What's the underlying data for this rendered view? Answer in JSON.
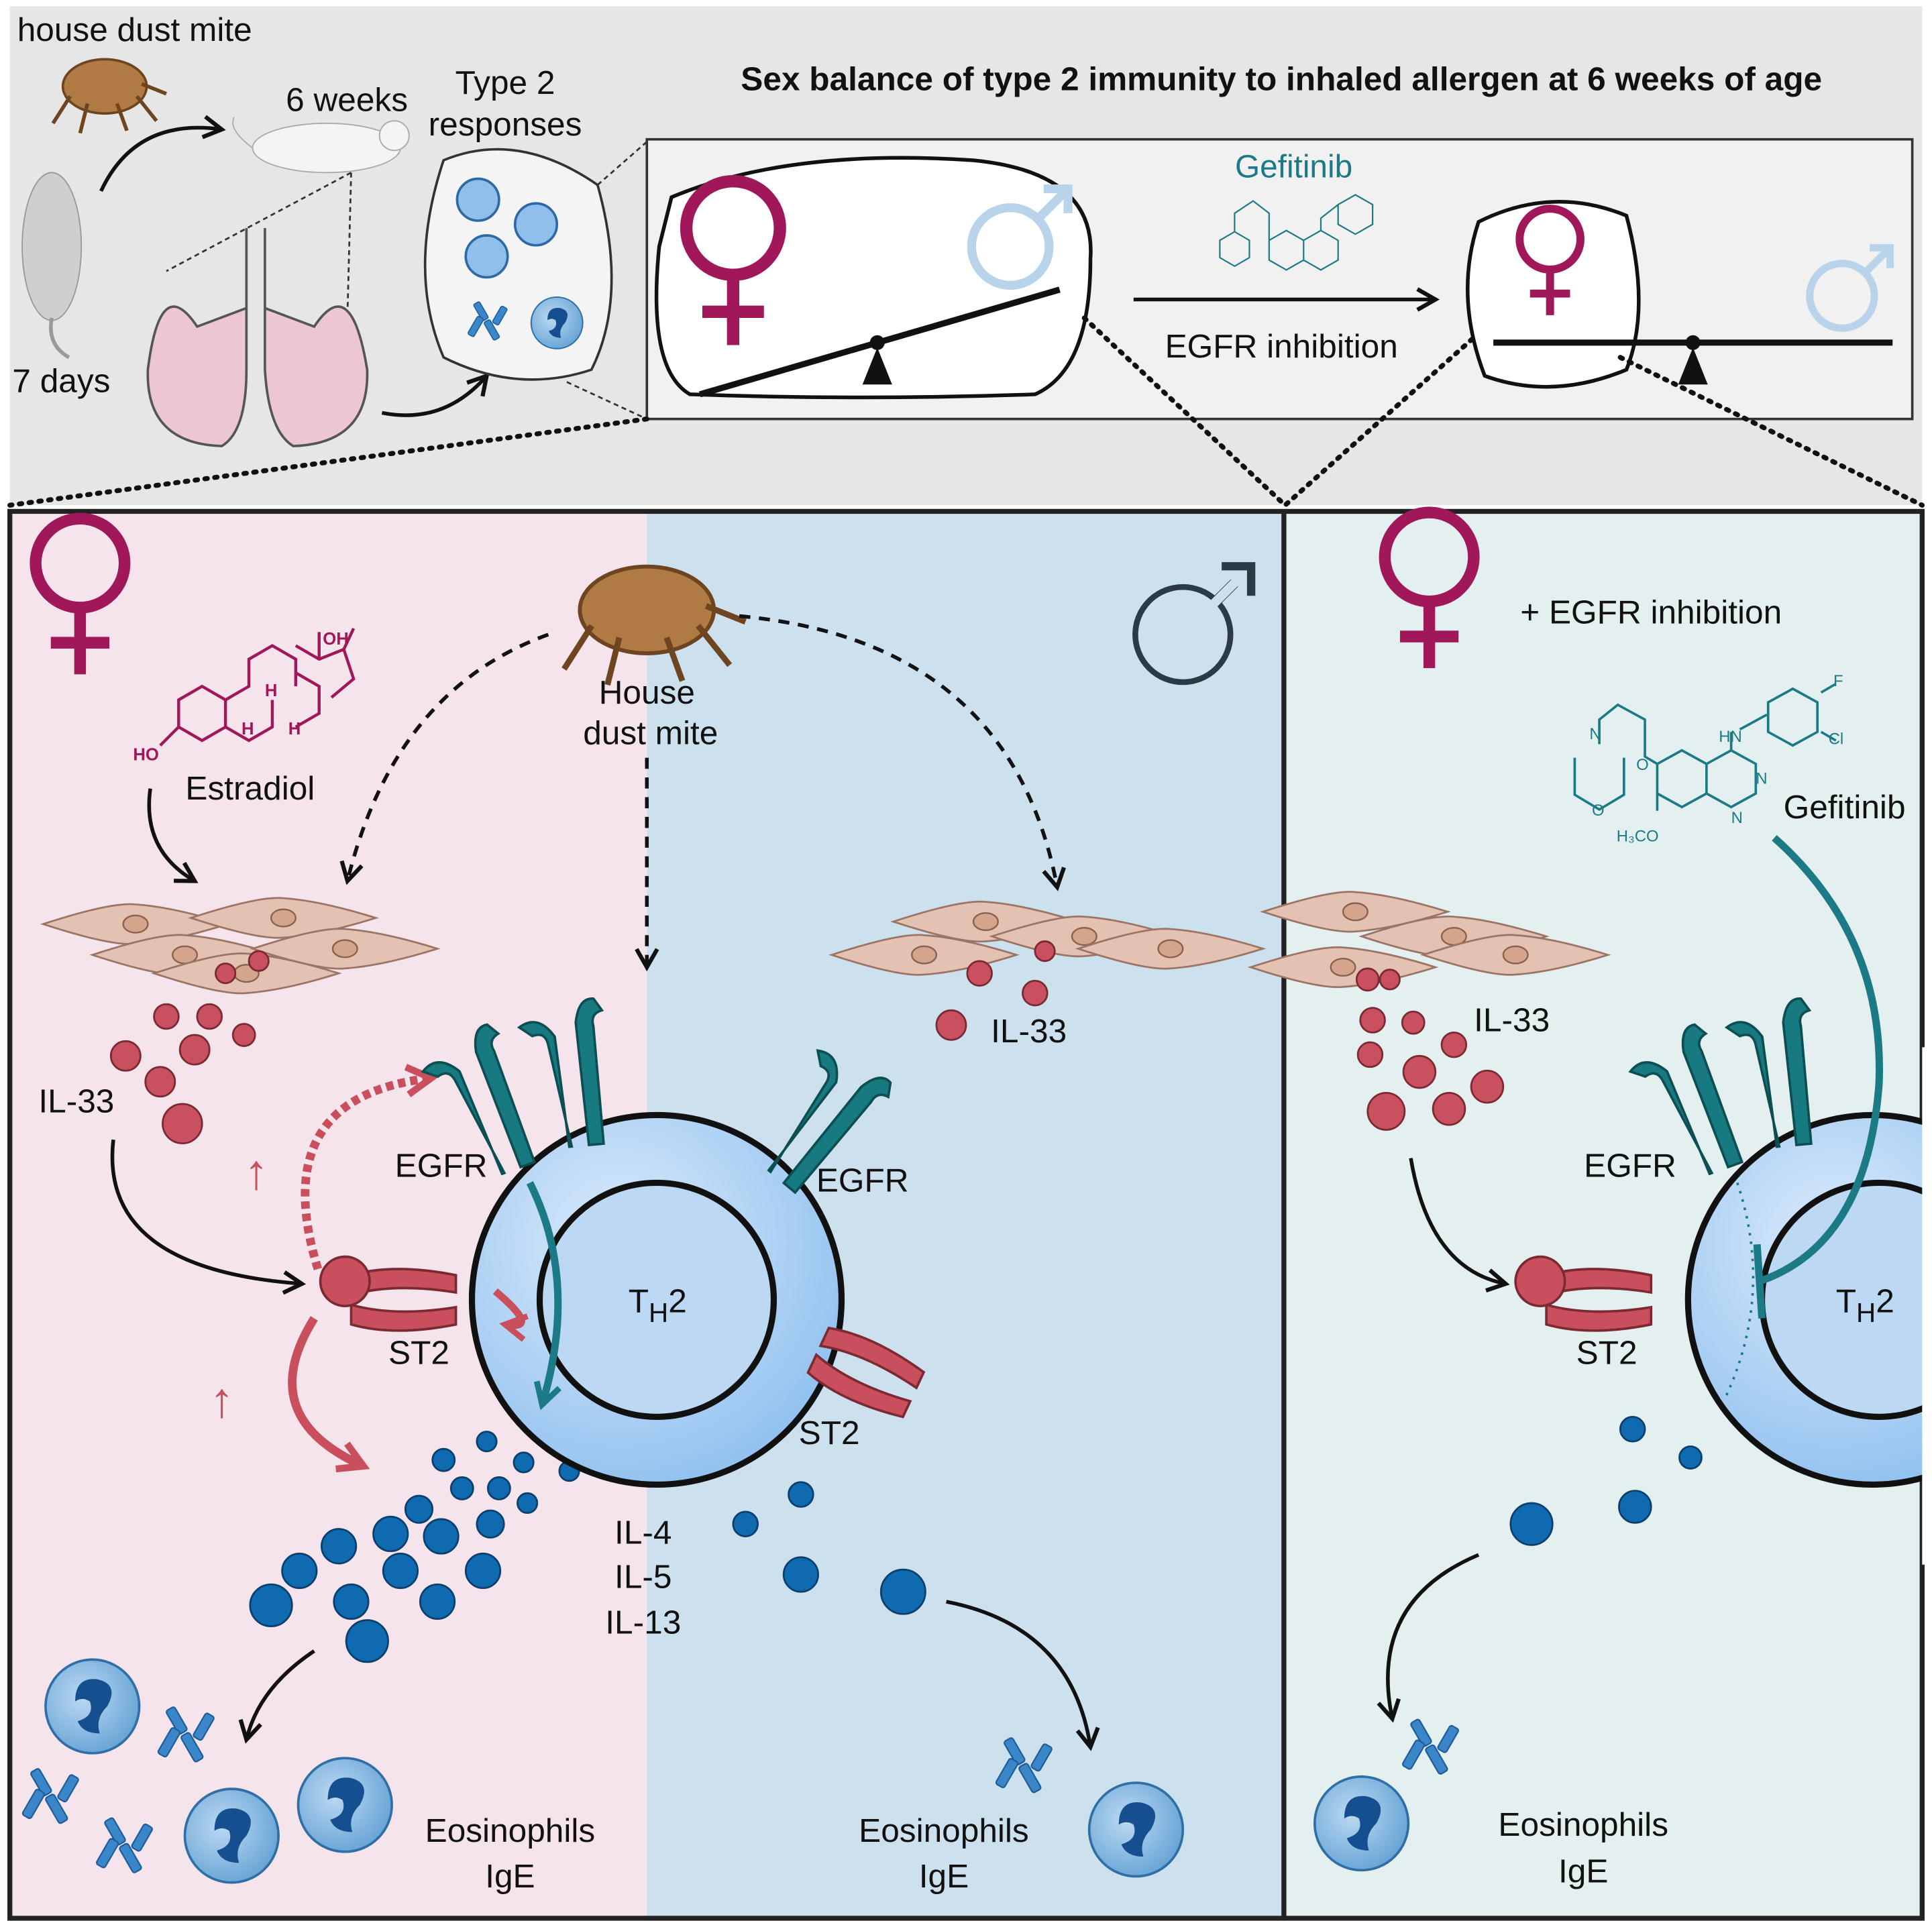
{
  "colors": {
    "female": "#a0185a",
    "male": "#b9d4ea",
    "gefitinib": "#1b7a86",
    "il33": "#c8505f",
    "cytokine": "#0f6ab0",
    "st2": "#c94f5c",
    "female_panel": "#f5e4ec",
    "male_panel": "#cde0ee",
    "egfr_panel": "#e4f0f0"
  },
  "header": {
    "title": "Sex balance of type 2 immunity to inhaled allergen at 6 weeks of age",
    "allergen": "house dust mite",
    "age_start": "7 days",
    "age_end": "6 weeks",
    "responses_line1": "Type 2",
    "responses_line2": "responses",
    "drug_name": "Gefitinib",
    "arrow_label": "EGFR inhibition"
  },
  "gefitinib_atoms": [
    "F",
    "Cl",
    "HN",
    "N",
    "N",
    "N",
    "O",
    "O",
    "H₃CO"
  ],
  "estradiol_atoms": [
    "OH",
    "HO",
    "H",
    "H",
    "H"
  ],
  "female_panel": {
    "hormone": "Estradiol",
    "il33": "IL-33",
    "egfr": "EGFR",
    "st2": "ST2",
    "outcome_line1": "Eosinophils",
    "outcome_line2": "IgE"
  },
  "center": {
    "allergen_line1": "House",
    "allergen_line2": "dust mite",
    "cell": "T",
    "cell_sub": "H",
    "cell_suffix": "2",
    "cytokines": [
      "IL-4",
      "IL-5",
      "IL-13"
    ]
  },
  "male_panel": {
    "il33": "IL-33",
    "egfr": "EGFR",
    "st2": "ST2",
    "outcome_line1": "Eosinophils",
    "outcome_line2": "IgE"
  },
  "egfr_panel": {
    "condition": "+ EGFR inhibition",
    "drug_name": "Gefitinib",
    "il33": "IL-33",
    "egfr": "EGFR",
    "st2": "ST2",
    "cell": "T",
    "cell_sub": "H",
    "cell_suffix": "2",
    "outcome_line1": "Eosinophils",
    "outcome_line2": "IgE"
  }
}
